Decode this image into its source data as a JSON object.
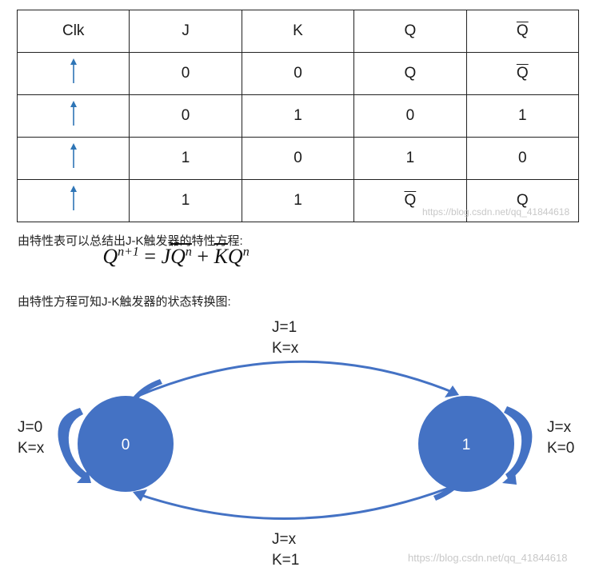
{
  "table": {
    "headers": [
      "Clk",
      "J",
      "K",
      "Q",
      "Q"
    ],
    "header_overline": [
      false,
      false,
      false,
      false,
      true
    ],
    "rows": [
      {
        "j": "0",
        "k": "0",
        "q": "Q",
        "q_overline": false,
        "qbar": "Q",
        "qbar_overline": true
      },
      {
        "j": "0",
        "k": "1",
        "q": "0",
        "q_overline": false,
        "qbar": "1",
        "qbar_overline": false
      },
      {
        "j": "1",
        "k": "0",
        "q": "1",
        "q_overline": false,
        "qbar": "0",
        "qbar_overline": false
      },
      {
        "j": "1",
        "k": "1",
        "q": "Q",
        "q_overline": true,
        "qbar": "Q",
        "qbar_overline": false
      }
    ],
    "clk_icon": "rising-edge-arrow-icon",
    "watermark": "https://blog.csdn.net/qq_41844618"
  },
  "text": {
    "equation_intro": "由特性表可以总结出J-K触发器的特性方程:",
    "diagram_intro": "由特性方程可知J-K触发器的状态转换图:"
  },
  "formula": {
    "lhs": "Q",
    "lhs_sup": "n+1",
    "eq": " = ",
    "j": "J",
    "qn_bar": "Q",
    "qn_bar_sup": "n",
    "plus": " + ",
    "k_bar": "K",
    "q": "Q",
    "q_sup": "n"
  },
  "diagram": {
    "states": [
      {
        "label": "0"
      },
      {
        "label": "1"
      }
    ],
    "transitions": {
      "top": {
        "j": "J=1",
        "k": "K=x"
      },
      "bottom": {
        "j": "J=x",
        "k": "K=1"
      },
      "left_self": {
        "j": "J=0",
        "k": "K=x"
      },
      "right_self": {
        "j": "J=x",
        "k": "K=0"
      }
    },
    "watermark": "https://blog.csdn.net/qq_41844618"
  },
  "colors": {
    "state_fill": "#4472c4",
    "arrow": "#4472c4",
    "clk_arrow": "#2e75b6",
    "border": "#222222"
  }
}
